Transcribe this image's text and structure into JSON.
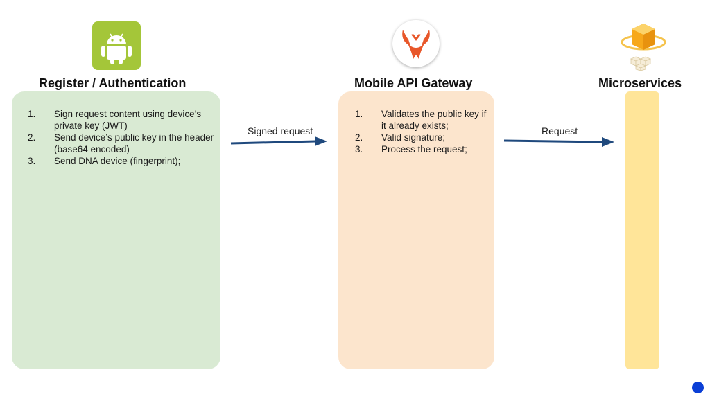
{
  "columns": {
    "register": {
      "title": "Register / Authentication",
      "icon": "android-icon",
      "color": "#d9ead3",
      "steps": [
        {
          "num": "1.",
          "text": "Sign request content using device’s private key (JWT)"
        },
        {
          "num": "2.",
          "text": "Send device’s public key in the header (base64 encoded)"
        },
        {
          "num": "3.",
          "text": "Send DNA device (fingerprint);"
        }
      ]
    },
    "gateway": {
      "title": "Mobile API Gateway",
      "icon": "gateway-logo-icon",
      "color": "#fce5cd",
      "steps": [
        {
          "num": "1.",
          "text": "Validates the public key if it already exists;"
        },
        {
          "num": "2.",
          "text": "Valid signature;"
        },
        {
          "num": "3.",
          "text": "Process the request;"
        }
      ]
    },
    "microservices": {
      "title": "Microservices",
      "icon": "cube-icon",
      "color": "#ffe599"
    }
  },
  "arrows": {
    "signed_request": {
      "label": "Signed request",
      "color": "#1f497d"
    },
    "request": {
      "label": "Request",
      "color": "#1f497d"
    }
  },
  "indicator": {
    "icon": "blue-dot-icon",
    "color": "#0b3fd6"
  }
}
